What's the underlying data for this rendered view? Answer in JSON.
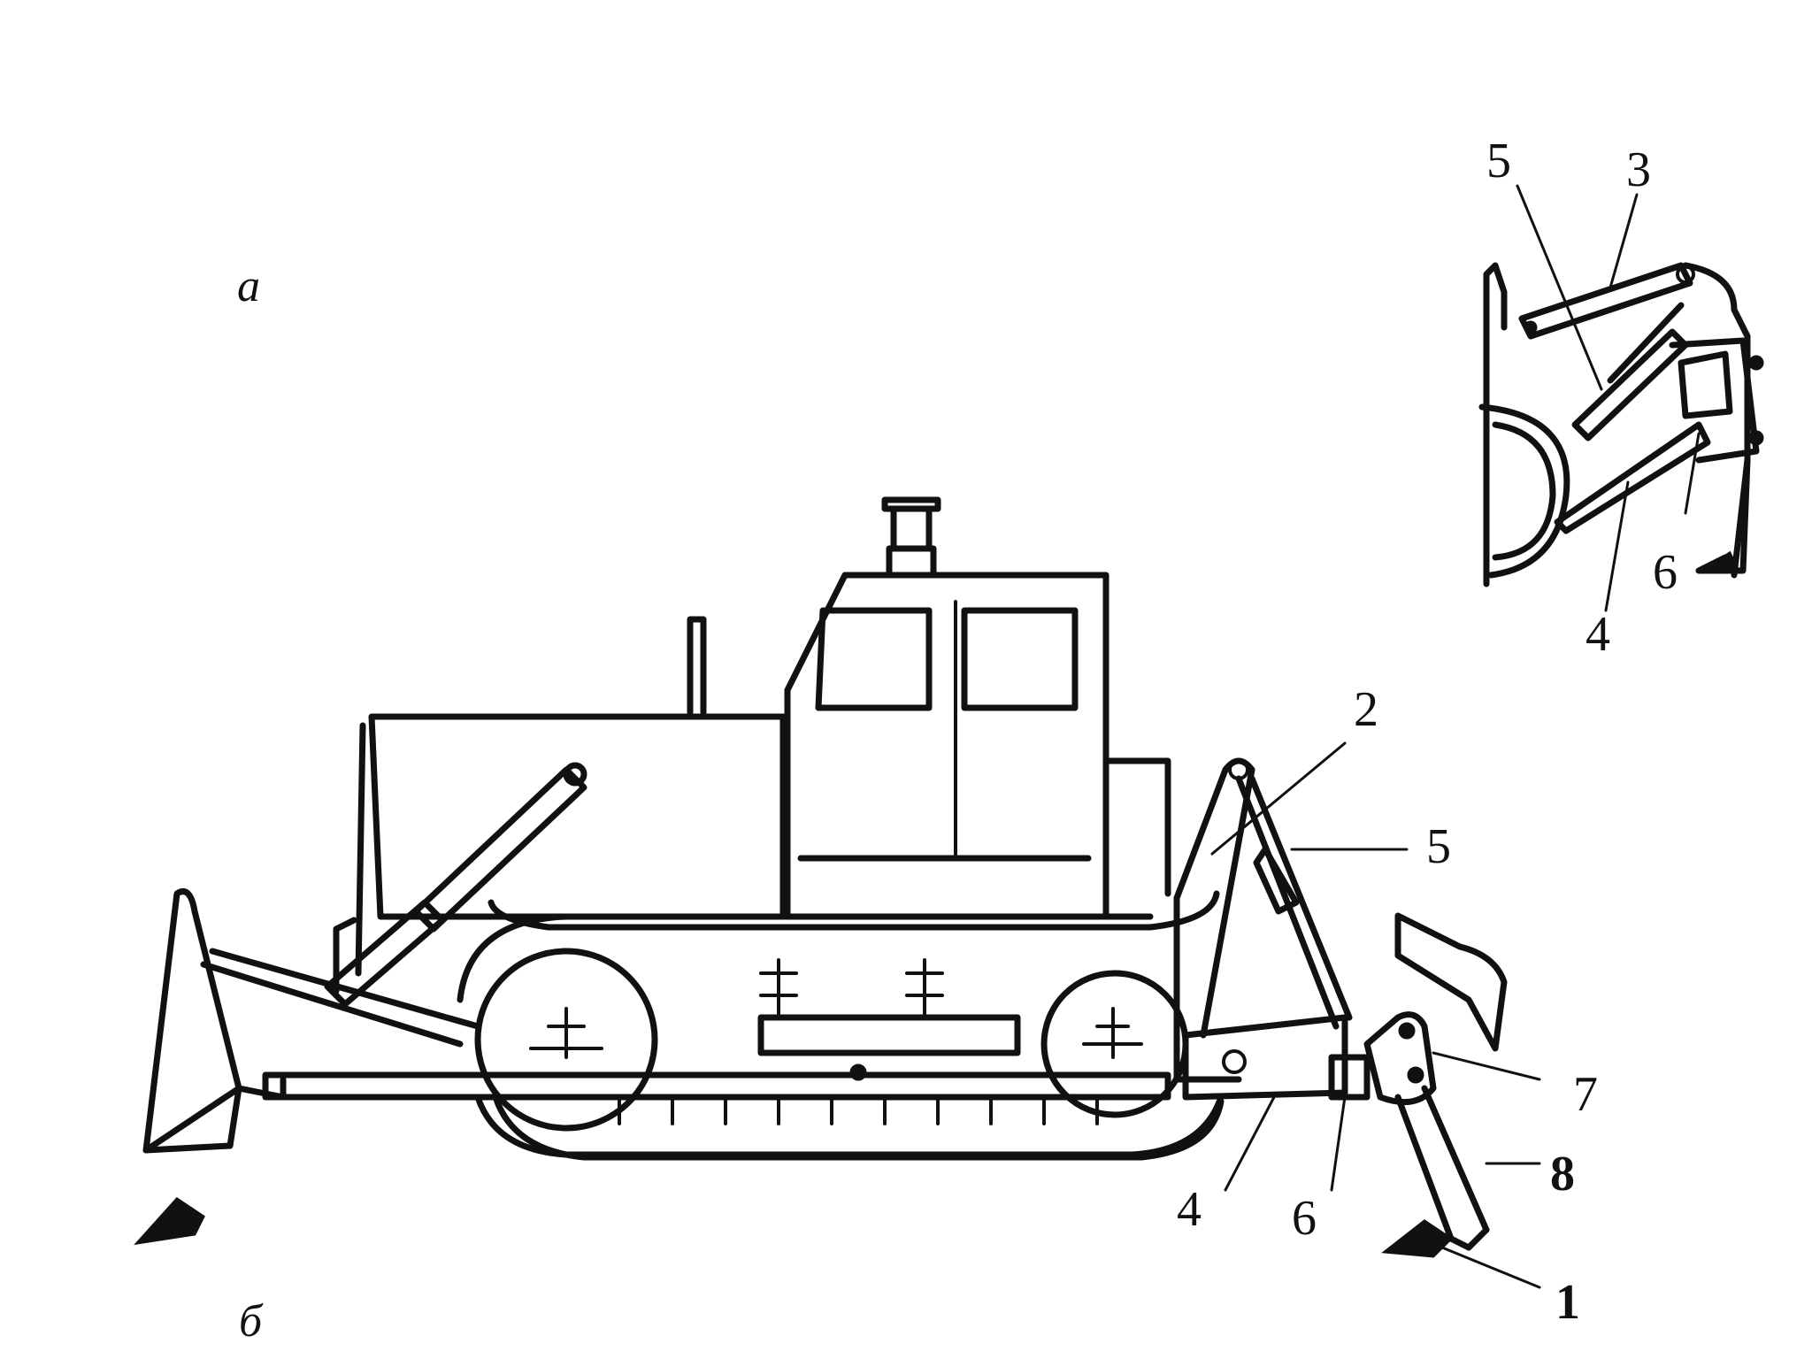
{
  "view_labels": {
    "a": "a",
    "b": "б"
  },
  "callouts": {
    "c1": "1",
    "c2": "2",
    "c3_inset": "3",
    "c4": "4",
    "c4_inset": "4",
    "c5": "5",
    "c5_inset": "5",
    "c6": "6",
    "c6_inset": "6",
    "c7": "7",
    "c8": "8"
  },
  "colors": {
    "line": "#111111",
    "background": "#ffffff"
  }
}
